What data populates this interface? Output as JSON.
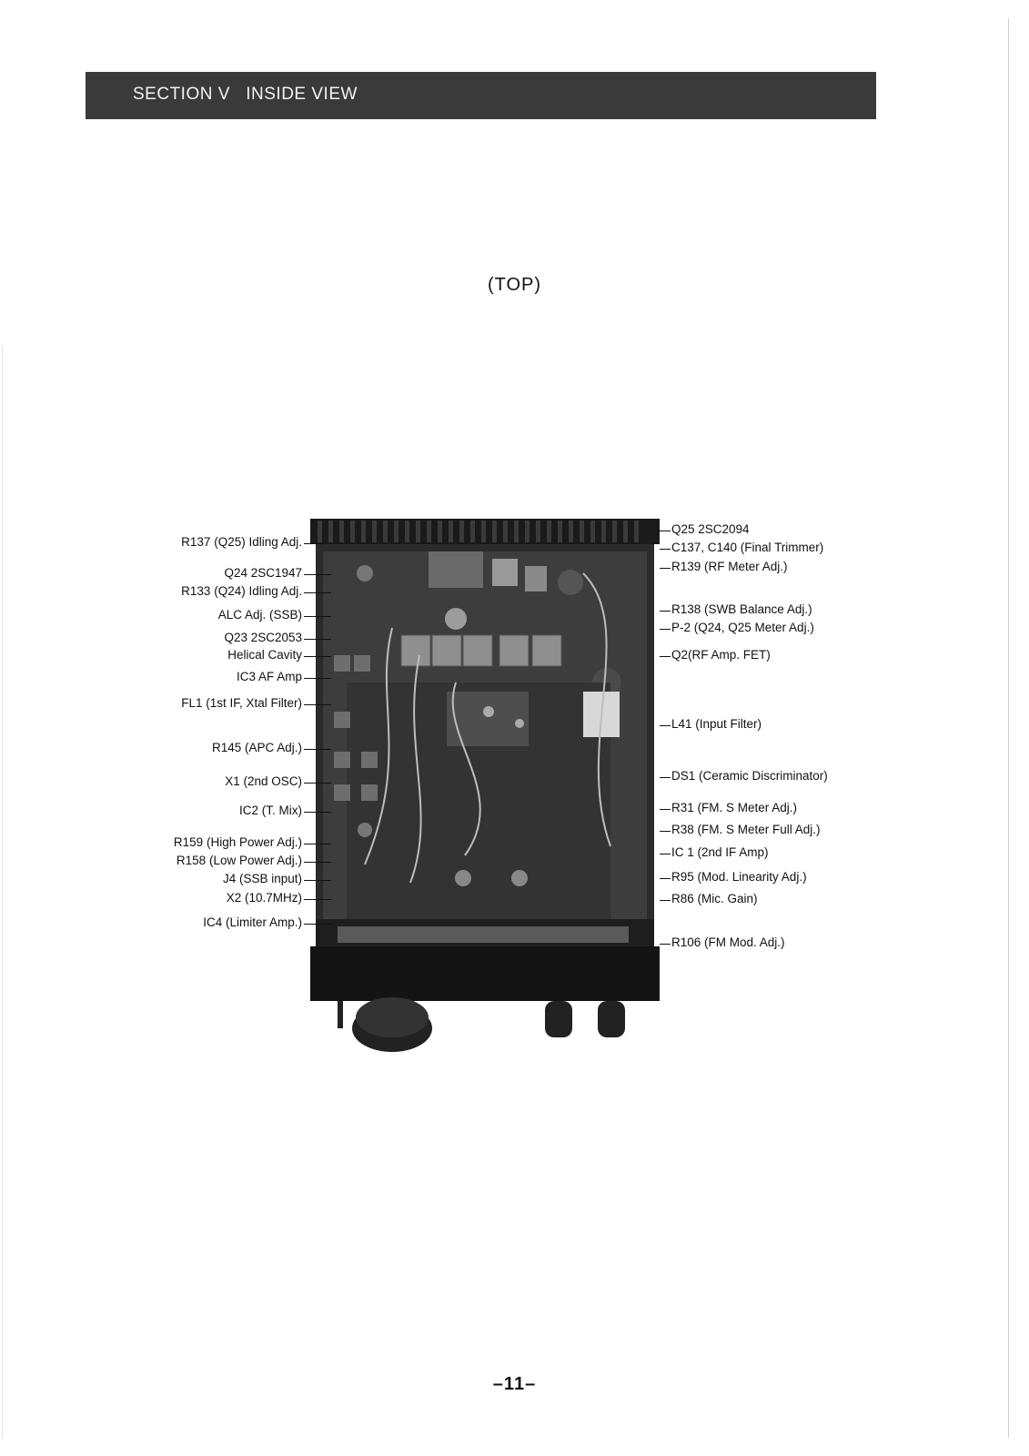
{
  "header": {
    "title": "SECTION V   INSIDE VIEW"
  },
  "subtitle": "(TOP)",
  "callouts_left": [
    "R137 (Q25) Idling Adj.",
    "Q24 2SC1947",
    "R133 (Q24) Idling Adj.",
    "ALC Adj. (SSB)",
    "Q23 2SC2053",
    "Helical Cavity",
    "IC3 AF Amp",
    "FL1 (1st IF, Xtal Filter)",
    "R145 (APC Adj.)",
    "X1 (2nd OSC)",
    "IC2 (T. Mix)",
    "R159 (High Power Adj.)",
    "R158 (Low Power Adj.)",
    "J4 (SSB input)",
    "X2 (10.7MHz)",
    "IC4 (Limiter Amp.)"
  ],
  "callouts_right": [
    "Q25 2SC2094",
    "C137, C140 (Final Trimmer)",
    "R139 (RF Meter Adj.)",
    "R138 (SWB Balance Adj.)",
    "P-2 (Q24, Q25 Meter Adj.)",
    "Q2(RF Amp. FET)",
    "L41 (Input Filter)",
    "DS1 (Ceramic Discriminator)",
    "R31 (FM. S Meter Adj.)",
    "R38 (FM. S Meter Full Adj.)",
    "IC 1 (2nd IF Amp)",
    "R95 (Mod. Linearity Adj.)",
    "R86 (Mic. Gain)",
    "R106 (FM Mod. Adj.)"
  ],
  "page_number": "–11–"
}
